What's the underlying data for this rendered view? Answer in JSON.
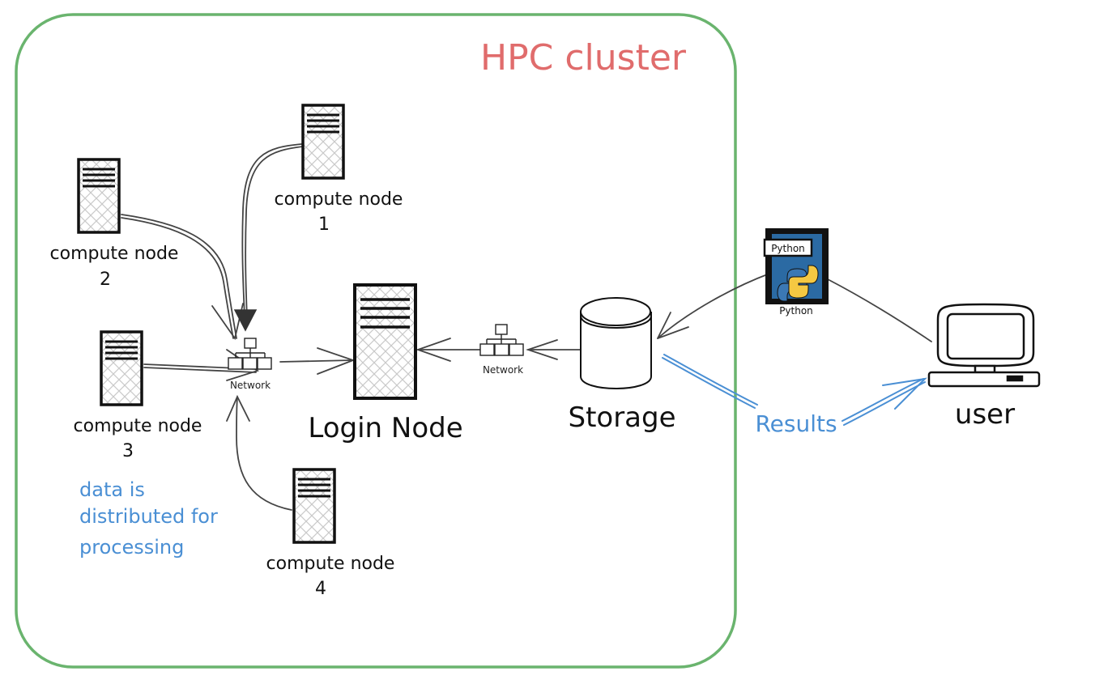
{
  "cluster": {
    "title": "HPC cluster",
    "border_color": "#6ab46e",
    "title_color": "#e06c6c"
  },
  "nodes": {
    "compute_1": {
      "label_line1": "compute node",
      "label_line2": "1"
    },
    "compute_2": {
      "label_line1": "compute node",
      "label_line2": "2"
    },
    "compute_3": {
      "label_line1": "compute node",
      "label_line2": "3"
    },
    "compute_4": {
      "label_line1": "compute node",
      "label_line2": "4"
    },
    "login": {
      "label": "Login Node"
    },
    "storage": {
      "label": "Storage"
    },
    "user": {
      "label": "user"
    }
  },
  "network": {
    "left_label": "Network",
    "right_label": "Network"
  },
  "python": {
    "badge_text": "Python",
    "caption": "Python",
    "book_color": "#2b6aa3"
  },
  "annotations": {
    "distribution_line1": "data is",
    "distribution_line2": "distributed for",
    "distribution_line3": "processing",
    "results": "Results",
    "accent_color": "#4a8fd4"
  }
}
